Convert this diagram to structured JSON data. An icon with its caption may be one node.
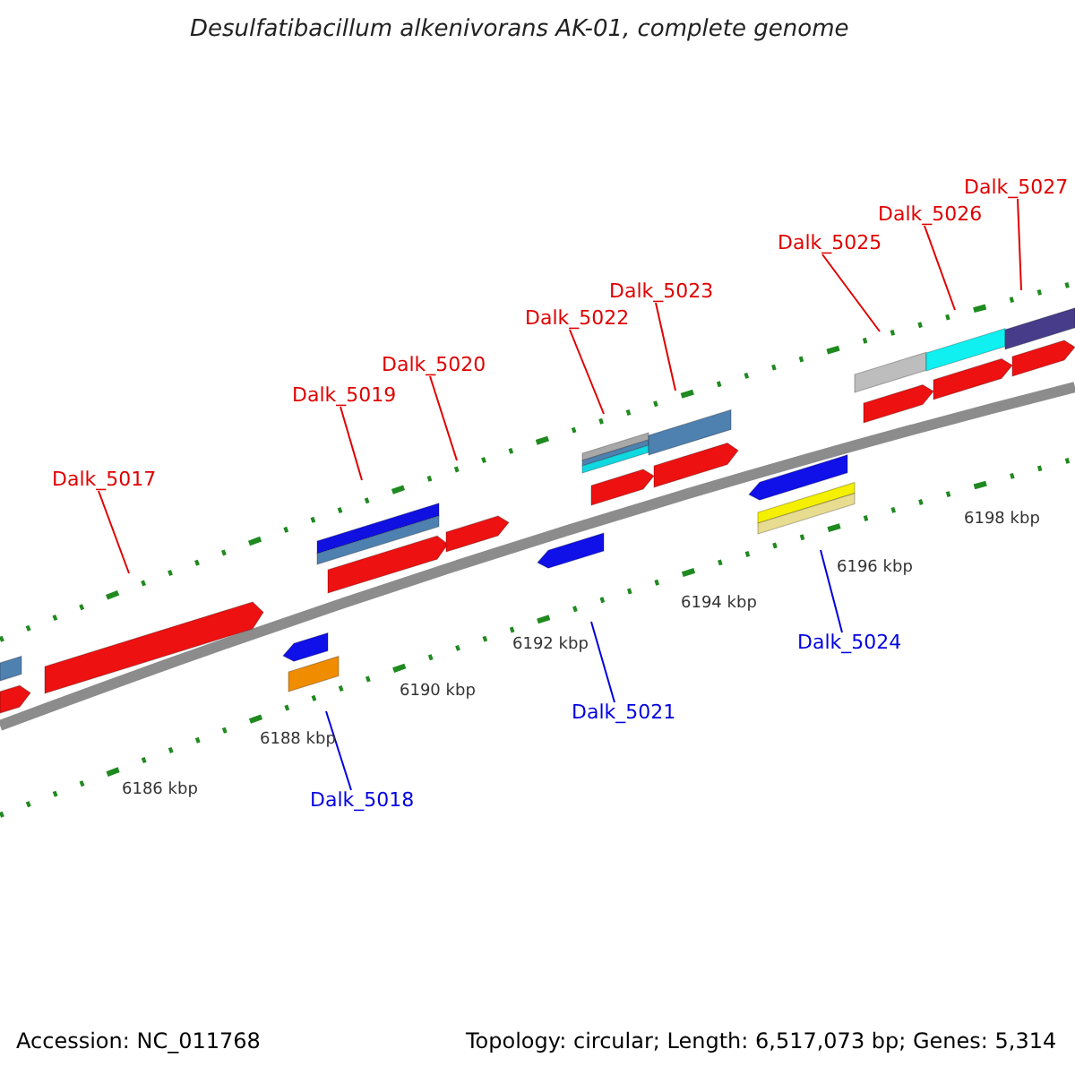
{
  "diagram": {
    "title": "Desulfatibacillum alkenivorans AK-01, complete genome",
    "nodes": [
      {
        "text": [
          "Dalk_5017"
        ]
      },
      {
        "text": [
          "Dalk_5018"
        ]
      },
      {
        "text": [
          "Dalk_5019"
        ]
      },
      {
        "text": [
          "Dalk_5020"
        ]
      },
      {
        "text": [
          "Dalk_5021"
        ]
      },
      {
        "text": [
          "Dalk_5022"
        ]
      },
      {
        "text": [
          "Dalk_5023"
        ]
      },
      {
        "text": [
          "Dalk_5024"
        ]
      },
      {
        "text": [
          "Dalk_5025"
        ]
      },
      {
        "text": [
          "Dalk_5026"
        ]
      },
      {
        "text": [
          "Dalk_5027"
        ]
      }
    ],
    "edges": [
      {
        "from": 0,
        "to": null,
        "arrow": "none"
      },
      {
        "from": 1,
        "to": null,
        "arrow": "none",
        "color": "#0000e0"
      },
      {
        "from": 2,
        "to": null,
        "arrow": "none"
      },
      {
        "from": 3,
        "to": null,
        "arrow": "none"
      },
      {
        "from": 4,
        "to": null,
        "arrow": "none",
        "color": "#0000e0"
      },
      {
        "from": 5,
        "to": null,
        "arrow": "none"
      },
      {
        "from": 6,
        "to": null,
        "arrow": "none"
      },
      {
        "from": 7,
        "to": null,
        "arrow": "none",
        "color": "#0000e0"
      },
      {
        "from": 8,
        "to": null,
        "arrow": "none"
      },
      {
        "from": 9,
        "to": null,
        "arrow": "none"
      },
      {
        "from": 10,
        "to": null,
        "arrow": "none"
      }
    ],
    "labels": [
      "6198 kbp",
      "6196 kbp",
      "6194 kbp",
      "6192 kbp",
      "6190 kbp",
      "6188 kbp",
      "6186 kbp",
      "Accession: NC_011768",
      "Topology: circular; Length: 6,517,073 bp; Genes: 5,314"
    ]
  }
}
